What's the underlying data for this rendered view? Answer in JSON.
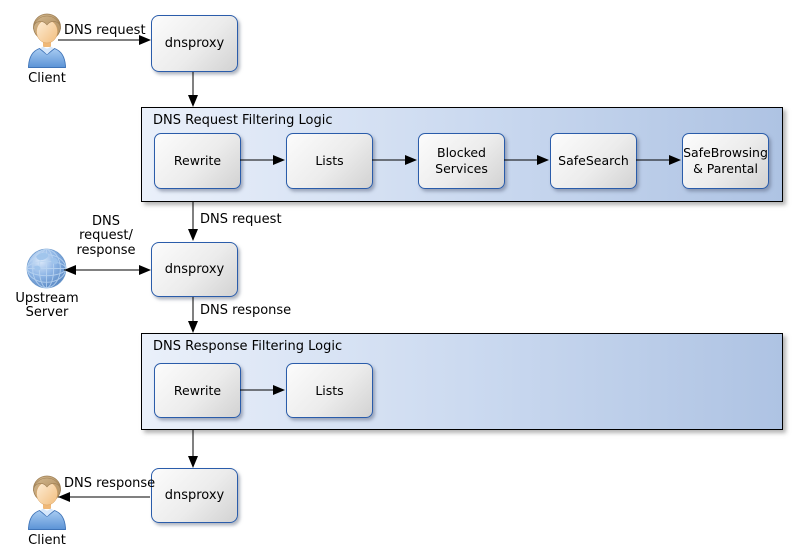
{
  "nodes": {
    "client_top": "Client",
    "dnsproxy1": "dnsproxy",
    "dnsproxy2": "dnsproxy",
    "dnsproxy3": "dnsproxy",
    "upstream": "Upstream\nServer",
    "client_bottom": "Client"
  },
  "containers": {
    "request": {
      "title": "DNS Request Filtering Logic",
      "steps": [
        "Rewrite",
        "Lists",
        "Blocked Services",
        "SafeSearch",
        "SafeBrowsing & Parental"
      ]
    },
    "response": {
      "title": "DNS Response Filtering Logic",
      "steps": [
        "Rewrite",
        "Lists"
      ]
    }
  },
  "labels": {
    "client_request": "DNS request",
    "mid_request": "DNS request",
    "upstream_exchange": "DNS\nrequest/\nresponse",
    "mid_response": "DNS response",
    "client_response": "DNS response"
  },
  "icons": {
    "client_top": "person-icon",
    "upstream": "globe-icon",
    "client_bottom": "person-icon"
  },
  "colors": {
    "node_border": "#2a5caa",
    "node_fill_light": "#fcfcfc",
    "node_fill_dark": "#d2d2d2",
    "container_fill_left": "#eaf0fa",
    "container_fill_right": "#aec3e3",
    "container_border": "#000000",
    "arrow": "#000000",
    "globe_blue": "#6fa0d8",
    "shirt_blue": "#7eb2e8",
    "hair_brown": "#c2a379"
  }
}
